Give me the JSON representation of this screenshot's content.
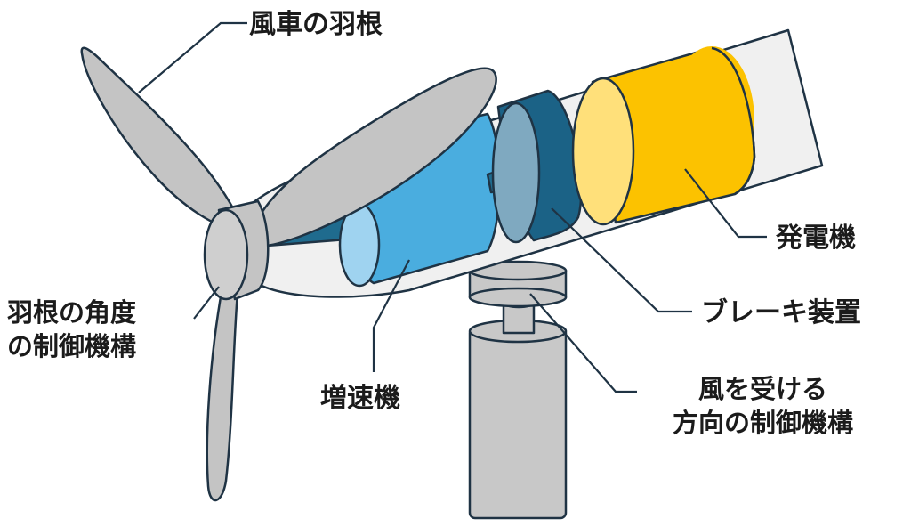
{
  "labels": {
    "blade": "風車の羽根",
    "pitch_line1": "羽根の角度",
    "pitch_line2": "の制御機構",
    "gearbox": "増速機",
    "generator": "発電機",
    "brake": "ブレーキ装置",
    "yaw_line1": "風を受ける",
    "yaw_line2": "方向の制御機構"
  },
  "colors": {
    "outline": "#1f3344",
    "blade_gray": "#c4c4c4",
    "tower_gray": "#c8c8c8",
    "nacelle_fill": "#f0f0f0",
    "gearbox_blue": "#4aaddf",
    "gearbox_light": "#9fd3f0",
    "brake_dark": "#1b6286",
    "brake_light": "#7fa9c0",
    "generator_yellow": "#fcc200",
    "generator_light": "#ffe07a",
    "shaft_blue": "#1f6b8e"
  }
}
